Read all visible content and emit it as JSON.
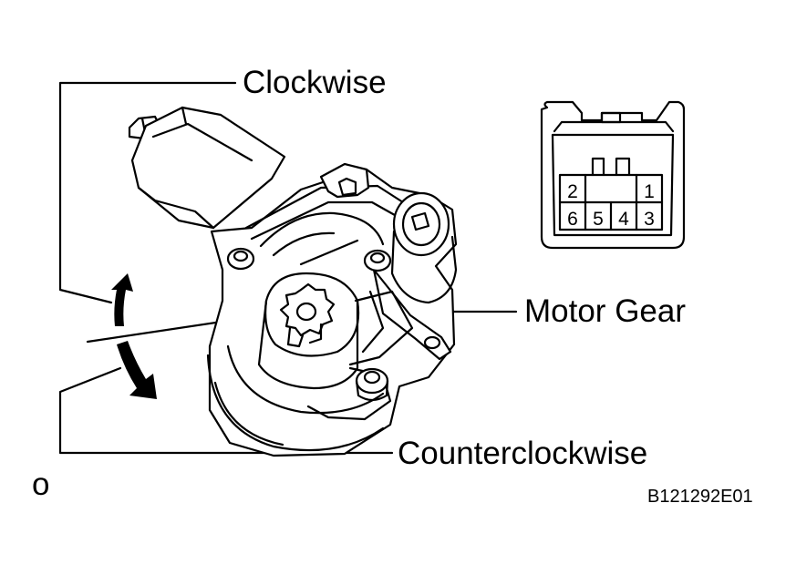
{
  "labels": {
    "clockwise": "Clockwise",
    "motor_gear": "Motor Gear",
    "counterclockwise": "Counterclockwise",
    "corner_mark": "o",
    "figure_code": "B121292E01"
  },
  "connector": {
    "pins": [
      "2",
      "1",
      "6",
      "5",
      "4",
      "3"
    ]
  },
  "colors": {
    "ink": "#000000",
    "paper": "#ffffff"
  }
}
